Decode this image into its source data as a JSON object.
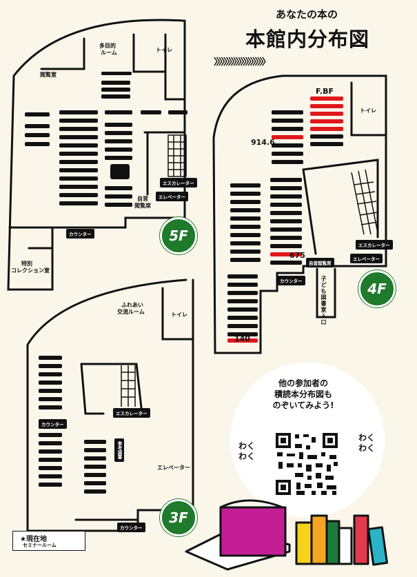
{
  "header": {
    "subtitle": "あなたの本の",
    "title": "本館内分布図",
    "arrows": "〉〉〉〉〉〉〉〉〉〉〉〉〉〉〉〉〉〉〉〉〉"
  },
  "floor5": {
    "badge": "5F",
    "labels": {
      "reading_room": "閲覧室",
      "multipurpose_line1": "多目的",
      "multipurpose_line2": "ルーム",
      "toilet": "トイレ",
      "self_study_line1": "自習",
      "self_study_line2": "閲覧席",
      "special_collection_line1": "特別",
      "special_collection_line2": "コレクション室",
      "escalator": "エスカレーター",
      "elevator": "エレベーター",
      "counter": "カウンター"
    }
  },
  "floor4": {
    "badge": "4F",
    "labels": {
      "fbf": "F.BF",
      "toilet": "トイレ",
      "call_914": "914.6",
      "call_675": "675",
      "call_140": "140",
      "escalator": "エスカレーター",
      "elevator": "エレベーター",
      "self_study": "自習閲覧席",
      "counter": "カウンター",
      "children_room": "子ども図書室入口"
    }
  },
  "floor3": {
    "badge": "3F",
    "labels": {
      "fureai_line1": "ふれあい",
      "fureai_line2": "交流ルーム",
      "toilet": "トイレ",
      "escalator": "エスカレーター",
      "counter_mid": "カウンター",
      "counter_bottom": "カウンター",
      "elevator": "エレベーター",
      "reference": "参考図書",
      "current_location": "★現在地",
      "seminar_room": "セミナールーム"
    }
  },
  "invite": {
    "line1": "他の参加者の",
    "line2": "積読本分布図も",
    "line3": "のぞいてみよう!",
    "waku_left": "わく\nわく",
    "waku_right": "わく\nわく"
  },
  "colors": {
    "badge_green": "#1f7a2b",
    "shelf_red": "#e0181b",
    "background": "#fbf6ea",
    "book_magenta": "#c41e96",
    "book_orange": "#f4a524",
    "book_green": "#1e7a3a",
    "book_red": "#e23b4c",
    "book_cyan": "#2bb3c7",
    "book_yellow": "#f6d21c"
  },
  "qr_icon": "qr-code-icon"
}
